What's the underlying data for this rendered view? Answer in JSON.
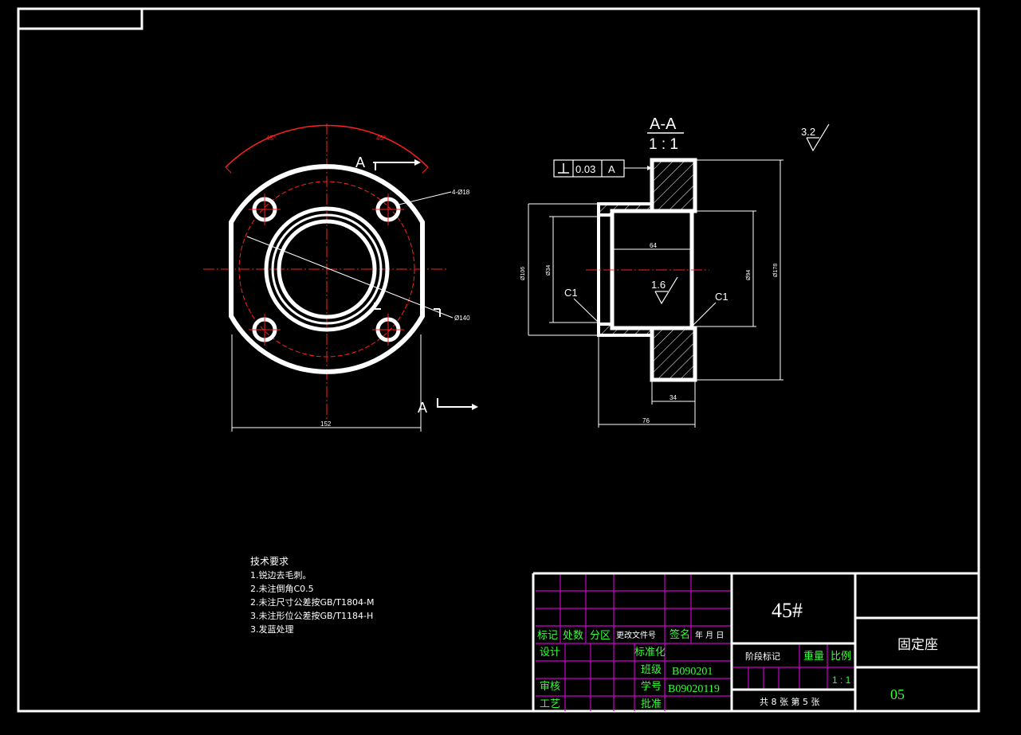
{
  "colors": {
    "background": "#000000",
    "outline": "#ffffff",
    "center_line": "#ff2020",
    "title_grid": "#cc00cc",
    "title_text": "#33ff33"
  },
  "front_view": {
    "angle_left": "45°",
    "angle_right": "45°",
    "section_mark_top": "A",
    "section_mark_bottom": "A",
    "holes_label": "4-Ø18",
    "pcd_label": "Ø140",
    "width_dim": "152"
  },
  "section_view": {
    "title": "A-A",
    "scale": "1 : 1",
    "tolerance_value": "0.03",
    "datum": "A",
    "roughness_main": "3.2",
    "roughness_bore": "1.6",
    "chamfer_left": "C1",
    "chamfer_right": "C1",
    "dim_bore_length": "64",
    "dim_outer": "Ø106",
    "dim_bore": "Ø34",
    "dim_inner": "Ø94",
    "dim_flange": "Ø178",
    "dim_flange_thickness": "34",
    "dim_total_length": "76"
  },
  "tech_requirements": {
    "title": "技术要求",
    "items": [
      "1.锐边去毛刺。",
      "2.未注倒角C0.5",
      "2.未注尺寸公差按GB/T1804-M",
      "3.未注形位公差按GB/T1184-H",
      "3.发蓝处理"
    ]
  },
  "title_block": {
    "row_headers": [
      "标记",
      "处数",
      "分区",
      "更改文件号",
      "签名",
      "年 月 日"
    ],
    "design_label": "设计",
    "standard_label": "标准化",
    "review_label": "审核",
    "class_label": "班级",
    "class_value": "B090201",
    "student_label": "学号",
    "student_value": "B09020119",
    "process_label": "工艺",
    "approve_label": "批准",
    "material": "45#",
    "part_name": "固定座",
    "stage_label": "阶段标记",
    "weight_label": "重量",
    "scale_label": "比例",
    "scale_value": "1 : 1",
    "sheet_info": "共 8 张 第 5 张",
    "drawing_no": "05"
  }
}
